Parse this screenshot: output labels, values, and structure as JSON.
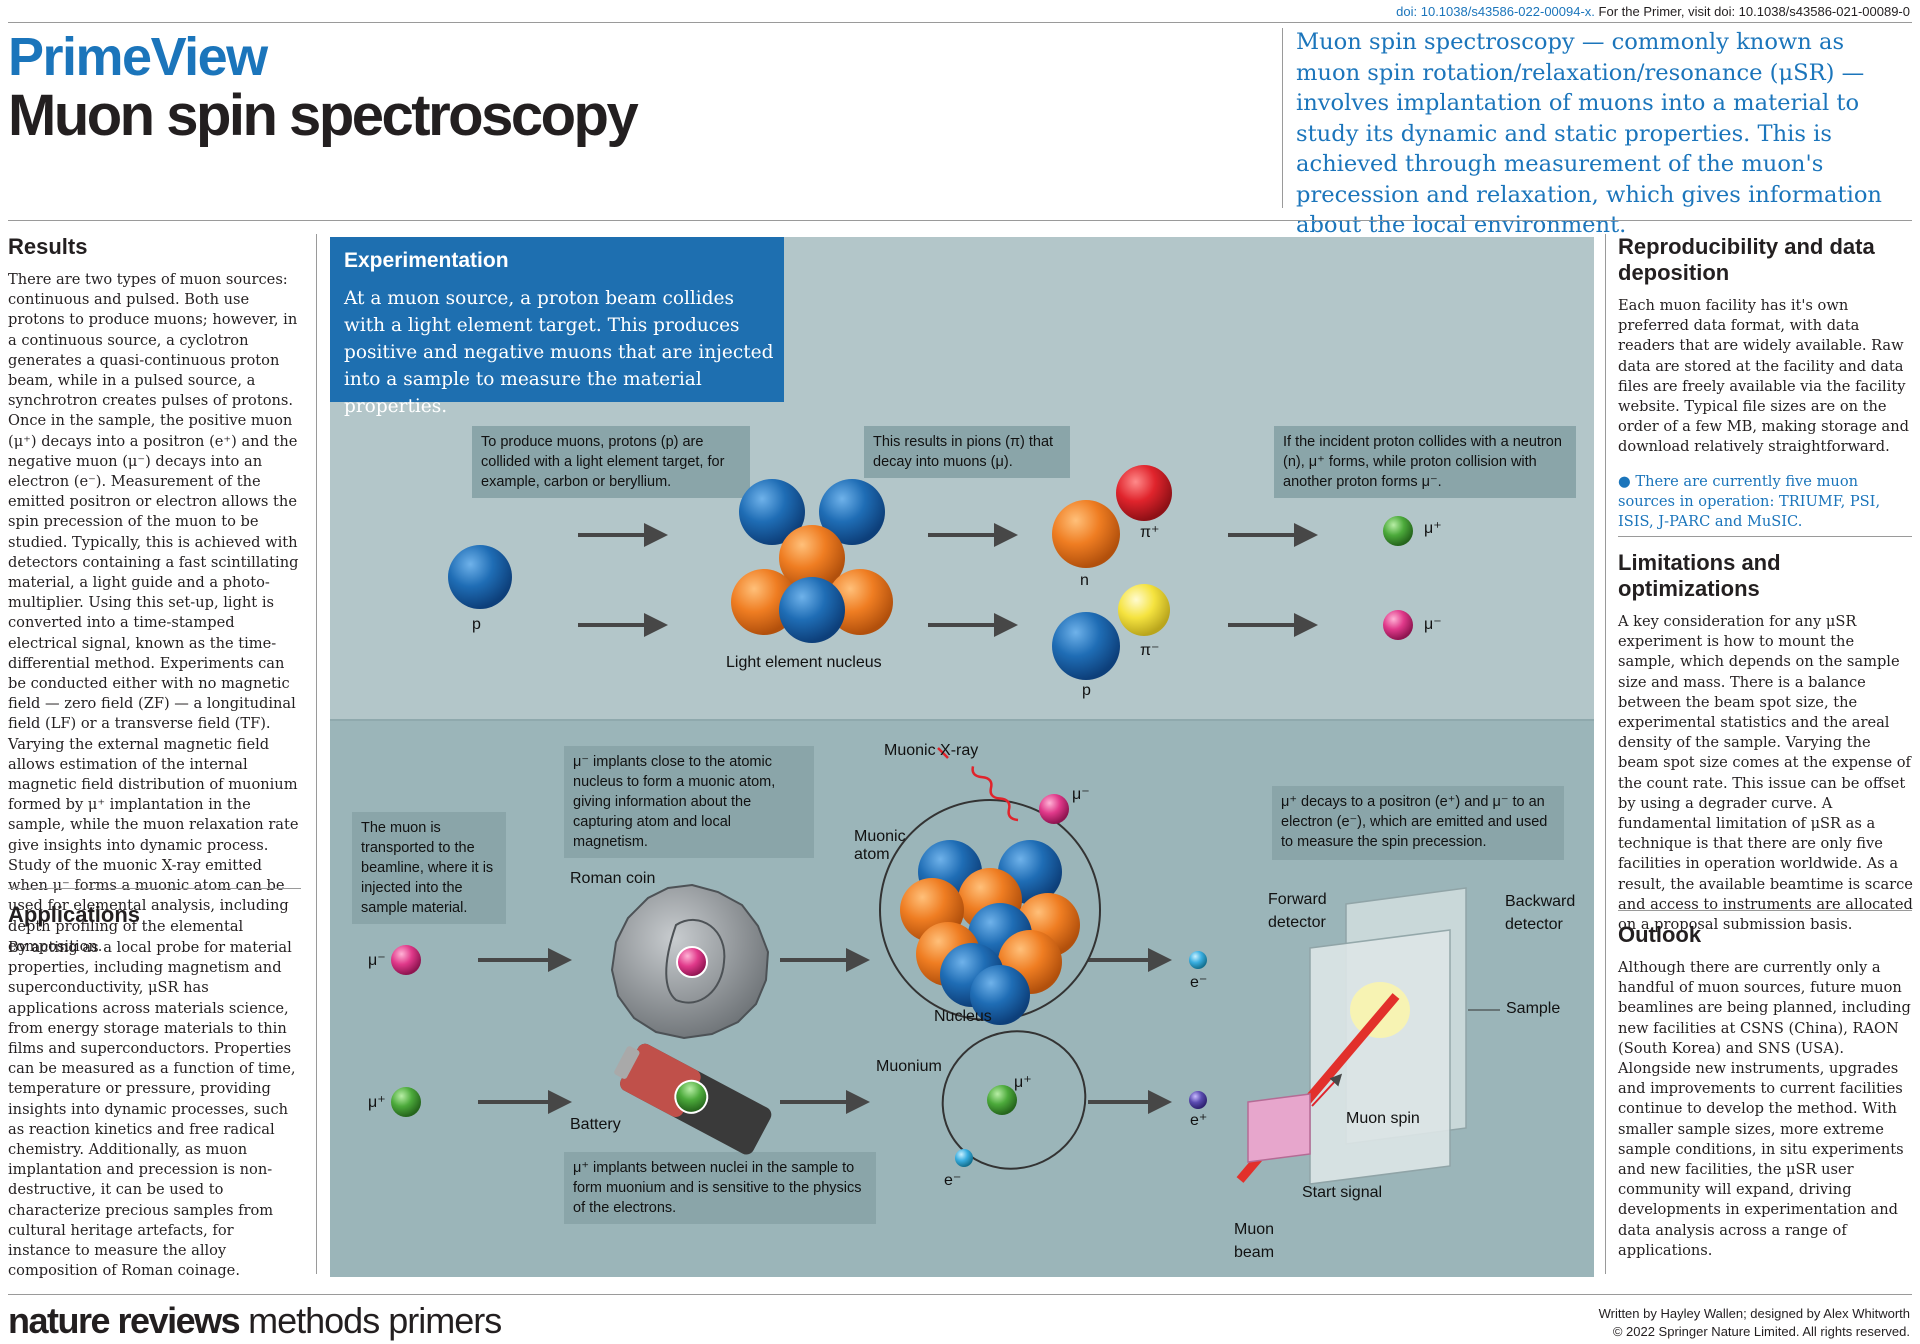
{
  "header": {
    "doi_link": "doi: 10.1038/s43586-022-00094-x.",
    "doi_primer": " For the Primer, visit doi: 10.1038/s43586-021-00089-0",
    "kicker": "PrimeView",
    "title": "Muon spin spectroscopy",
    "intro": "Muon spin spectroscopy — commonly known as muon spin rotation/relaxation/resonance (μSR) — involves implantation of muons into a material to study its dynamic and static properties. This is achieved through measurement of the muon's precession and relaxation, which gives information about the local environment."
  },
  "left": {
    "results_title": "Results",
    "results_text": "There are two types of muon sources: continuous and pulsed. Both use protons to produce muons; however, in a continuous source, a cyclotron generates a quasi-continuous proton beam, while in a pulsed source, a synchrotron creates pulses of protons. Once in the sample, the positive muon (μ⁺) decays into a positron (e⁺) and the negative muon (μ⁻) decays into an electron (e⁻). Measurement of the emitted positron or electron allows the spin precession of the muon to be studied. Typically, this is achieved with detectors containing a fast scintillating material, a light guide and a photo-multiplier. Using this set-up, light is converted into a time-stamped electrical signal, known as the time-differential method. Experiments can be conducted either with no magnetic field — zero field (ZF) — a longitudinal field (LF) or a transverse field (TF). Varying the external magnetic field allows estimation of the internal magnetic field distribution of muonium formed by μ⁺ implantation in the sample, while the muon relaxation rate give insights into dynamic process. Study of the muonic X-ray emitted when μ⁻ forms a muonic atom can be used for elemental analysis, including depth profiling of the elemental composition.",
    "applications_title": "Applications",
    "applications_text": "By acting as a local probe for material properties, including magnetism and superconductivity, μSR has applications across materials science, from energy storage materials to thin films and superconductors. Properties can be measured as a function of time, temperature or pressure, providing insights into dynamic processes, such as reaction kinetics and free radical chemistry. Additionally, as muon implantation and precession is non-destructive, it can be used to characterize precious samples from cultural heritage artefacts, for instance to measure the alloy composition of Roman coinage."
  },
  "right": {
    "repro_title": "Reproducibility and data deposition",
    "repro_text": "Each muon facility has it's own preferred data format, with data readers that are widely available. Raw data are stored at the facility and data files are freely available via the facility website. Typical file sizes are on the order of a few MB, making storage and download relatively straightforward.",
    "repro_note": "● There are currently five muon sources in operation: TRIUMF, PSI, ISIS, J-PARC and MuSIC.",
    "limits_title": "Limitations and optimizations",
    "limits_text": "A key consideration for any μSR experiment is how to mount the sample, which depends on the sample size and mass. There is a balance between the beam spot size, the experimental statistics and the areal density of the sample. Varying the beam spot size comes at the expense of the count rate. This issue can be offset by using a degrader curve. A fundamental limitation of μSR as a technique is that there are only five facilities in operation worldwide. As a result, the available beamtime is scarce and access to instruments are allocated on a proposal submission basis.",
    "outlook_title": "Outlook",
    "outlook_text": "Although there are currently only a handful of muon sources, future muon beamlines are being planned, including new facilities at CSNS (China), RAON (South Korea) and SNS (USA). Alongside new instruments, upgrades and improvements to current facilities continue to develop the method. With smaller sample sizes, more extreme sample conditions, in situ experiments and new facilities, the μSR user community will expand, driving developments in experimentation and data analysis across a range of applications."
  },
  "figure": {
    "exp_title": "Experimentation",
    "exp_text": "At a muon source, a proton beam collides with a light element target. This produces positive and negative muons that are injected into a sample to measure the material properties.",
    "cap1": "To produce muons, protons (p) are collided with a light element target, for example, carbon or beryllium.",
    "cap2": "This results in pions (π) that decay into muons (μ).",
    "cap3": "If the incident proton collides with a neutron (n), μ⁺ forms, while proton collision with another proton forms μ⁻.",
    "cap4": "The muon is transported to the beamline, where it is injected into the sample material.",
    "cap5": "μ⁻ implants close to the atomic nucleus to form a muonic atom, giving information about the capturing atom and local magnetism.",
    "cap6": "μ⁺ decays to a positron (e⁺) and μ⁻ to an electron (e⁻), which are emitted and used to measure the spin precession.",
    "cap7": "μ⁺ implants between nuclei in the sample to form muonium and is sensitive to the physics of the electrons.",
    "p": "p",
    "n": "n",
    "p2": "p",
    "pi_plus": "π⁺",
    "pi_minus": "π⁻",
    "mu_plus": "μ⁺",
    "mu_minus": "μ⁻",
    "light_nucleus": "Light element nucleus",
    "mu_minus_in": "μ⁻",
    "mu_plus_in": "μ⁺",
    "roman_coin": "Roman coin",
    "battery": "Battery",
    "muonic_xray": "Muonic X-ray",
    "muonic_atom": "Muonic\natom",
    "nucleus": "Nucleus",
    "mu_minus_orbit": "μ⁻",
    "muonium": "Muonium",
    "mu_plus_muonium": "μ⁺",
    "e_minus_muonium": "e⁻",
    "e_minus_out": "e⁻",
    "e_plus_out": "e⁺",
    "forward_detector": "Forward\ndetector",
    "backward_detector": "Backward\ndetector",
    "sample": "Sample",
    "muon_spin": "Muon spin",
    "start_signal": "Start signal",
    "muon_beam": "Muon\nbeam"
  },
  "footer": {
    "logo_bold": "nature reviews",
    "logo_rest": " methods primers",
    "credit1": "Written by Hayley Wallen; designed by Alex Whitworth",
    "credit2": "© 2022 Springer Nature Limited. All rights reserved."
  },
  "colors": {
    "accent": "#1b75bb",
    "panel": "#b3c6c9",
    "panel_lower": "#9bb5b9",
    "caption_box": "#8aa5a9",
    "proton": "#1f6db5",
    "neutron": "#ef7d22",
    "pi_plus": "#e0242c",
    "pi_minus": "#f5e33f",
    "mu_plus": "#4caa3b",
    "mu_minus": "#e0398a"
  }
}
